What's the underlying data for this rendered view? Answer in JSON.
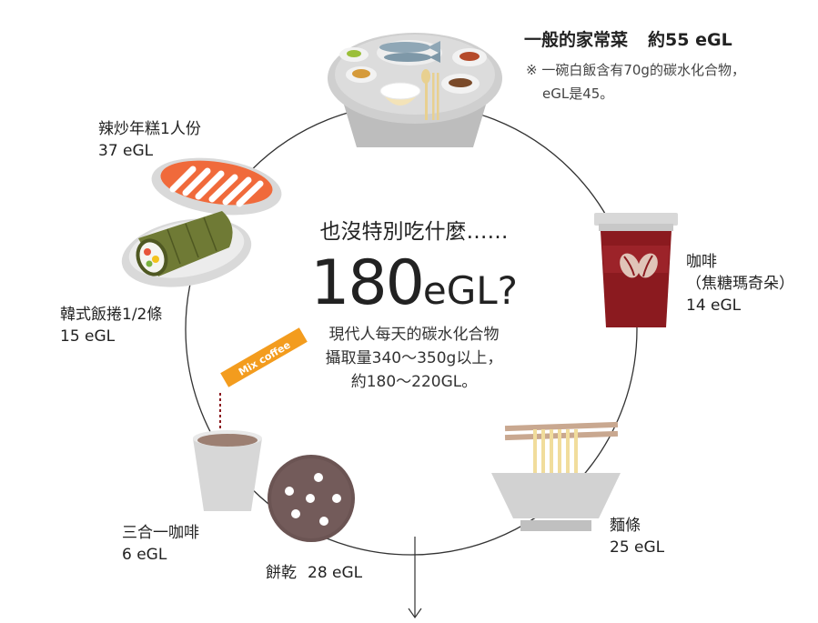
{
  "center": {
    "lead": "也沒特別吃什麼……",
    "big_number": "180",
    "big_unit": "eGL?",
    "note_lines": [
      "現代人每天的碳水化合物",
      "攝取量340～350g以上，",
      "約180～220GL。"
    ]
  },
  "items": {
    "home_meal": {
      "name": "一般的家常菜",
      "value_prefix": "約",
      "value": "55 eGL",
      "note_lines": [
        "※ 一碗白飯含有70g的碳水化合物，",
        "eGL是45。"
      ]
    },
    "tteokbokki": {
      "name": "辣炒年糕1人份",
      "value": "37 eGL"
    },
    "gimbap": {
      "name": "韓式飯捲1/2條",
      "value": "15 eGL"
    },
    "coffee_mix": {
      "name": "三合一咖啡",
      "value": "6 eGL",
      "packet_text": "Mix coffee"
    },
    "biscuit": {
      "name": "餅乾",
      "value": "28 eGL"
    },
    "noodles": {
      "name": "麵條",
      "value": "25 eGL"
    },
    "caramel_coffee": {
      "name": "咖啡",
      "sub": "（焦糖瑪奇朵）",
      "value": "14 eGL"
    }
  },
  "colors": {
    "circle": "#333333",
    "coffee_red": "#8b1a1f",
    "coffee_packet": "#f39c1e",
    "cookie": "#6b5453",
    "plate_gray": "#c9c9c9",
    "tteok_orange": "#f06a3b",
    "gimbap_green": "#6f7a35"
  }
}
